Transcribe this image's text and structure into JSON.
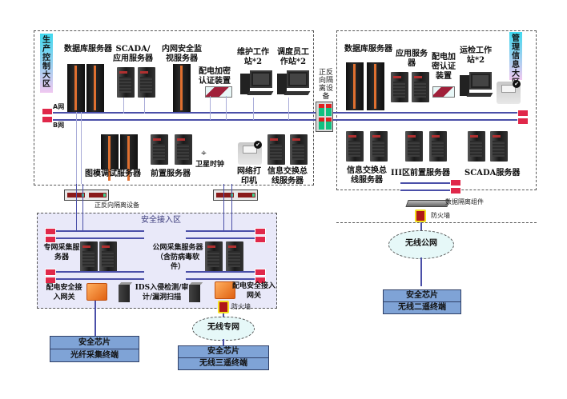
{
  "zones": {
    "production": "生产控制大区",
    "management": "管理信息大区",
    "secure_access": "安全接入区"
  },
  "bus_labels": {
    "a_net": "A网",
    "b_net": "B网"
  },
  "production_devices": {
    "db_server": "数据库服务器",
    "scada_app_server": "SCADA/应用服务器",
    "intranet_monitor_server": "内网安全监视服务器",
    "encryption_device": "配电加密认证装置",
    "maint_workstation": "维护工作站*2",
    "dispatcher_workstation": "调度员工作站*2",
    "graph_debug_server": "图模调试服务器",
    "front_server": "前置服务器",
    "satellite_clock": "卫星时钟",
    "network_printer": "网络打印机",
    "info_bus_server": "信息交换总线服务器"
  },
  "isolator_vertical": "正反向隔离设备",
  "isolator_horizontal": "正反向隔离设备",
  "management_devices": {
    "db_server": "数据库服务器",
    "app_server": "应用服务器",
    "encryption_device": "配电加密认证装置",
    "ops_workstation": "运检工作站*2",
    "info_bus_server": "信息交换总线服务器",
    "zone3_front_server": "III区前置服务器",
    "scada_server": "SCADA服务器",
    "data_isolation": "数据隔离组件",
    "firewall": "防火墙"
  },
  "access_devices": {
    "private_collect_server": "专网采集服务器",
    "public_collect_server": "公网采集服务器（含防病毒软件）",
    "gateway_left": "配电安全接入网关",
    "gateway_right": "配电安全接入网关",
    "ids": "IDS入侵检测/审计/漏洞扫描",
    "firewall": "防火墙"
  },
  "networks": {
    "wireless_private": "无线专网",
    "wireless_public": "无线公网"
  },
  "terminals": [
    {
      "chip": "安全芯片",
      "name": "光纤采集终端"
    },
    {
      "chip": "安全芯片",
      "name": "无线三遥终端"
    },
    {
      "chip": "安全芯片",
      "name": "无线二遥终端"
    }
  ]
}
